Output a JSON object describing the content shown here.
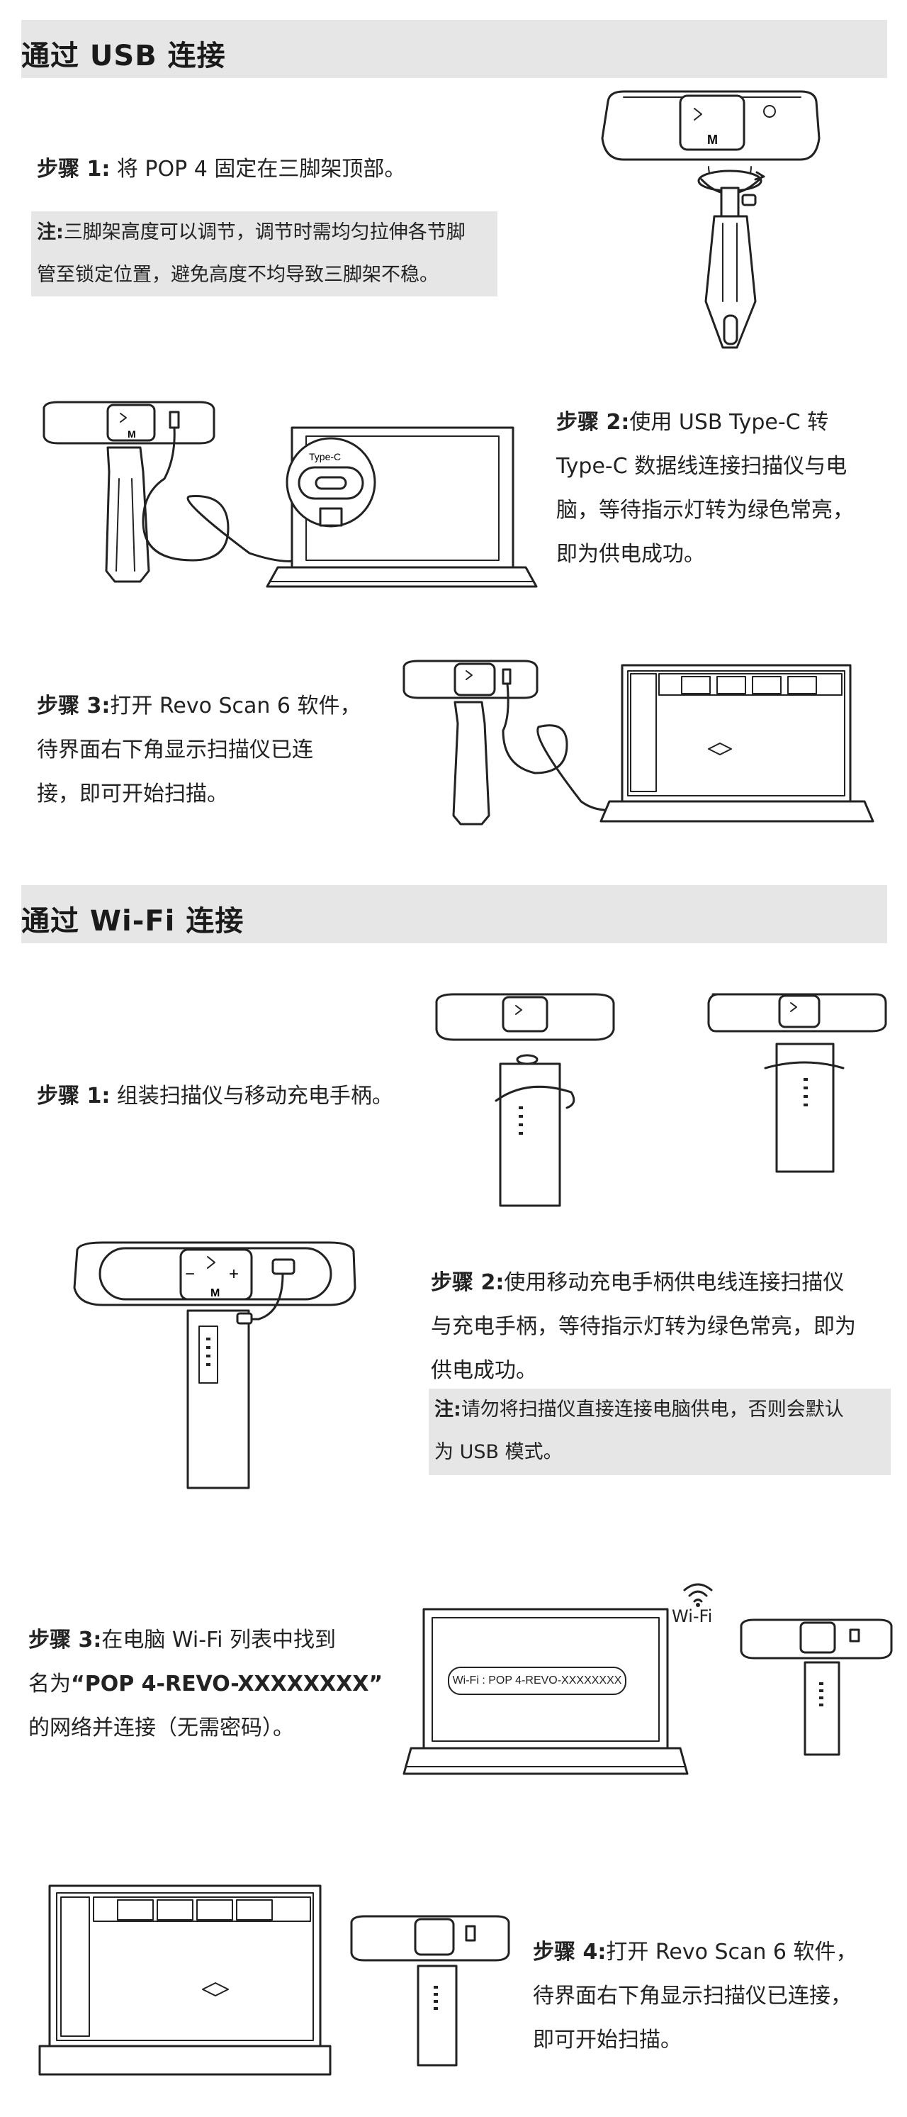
{
  "usb_section": {
    "title": "通过 USB 连接",
    "step1": {
      "label": "步骤 1:",
      "text": "将 POP 4 固定在三脚架顶部。"
    },
    "note1": {
      "label": "注:",
      "line1": "三脚架高度可以调节，调节时需均匀拉伸各节脚",
      "line2": "管至锁定位置，避免高度不均导致三脚架不稳。"
    },
    "step2": {
      "label": "步骤 2:",
      "line1": "使用 USB Type-C 转",
      "line2": "Type-C 数据线连接扫描仪与电",
      "line3": "脑，等待指示灯转为绿色常亮，",
      "line4": "即为供电成功。"
    },
    "port_label": "Type-C",
    "step3": {
      "label": "步骤 3:",
      "line1": "打开 Revo Scan 6 软件，",
      "line2": "待界面右下角显示扫描仪已连",
      "line3": "接，即可开始扫描。"
    }
  },
  "wifi_section": {
    "title": "通过 Wi-Fi 连接",
    "step1": {
      "label": "步骤 1:",
      "text": "组装扫描仪与移动充电手柄。"
    },
    "step2": {
      "label": "步骤 2:",
      "line1": "使用移动充电手柄供电线连接扫描仪",
      "line2": "与充电手柄，等待指示灯转为绿色常亮，即为",
      "line3": "供电成功。"
    },
    "note2": {
      "label": "注:",
      "line1": "请勿将扫描仪直接连接电脑供电，否则会默认",
      "line2": "为 USB 模式。"
    },
    "step3": {
      "label": "步骤 3:",
      "line1": "在电脑 Wi-Fi 列表中找到",
      "line2_prefix": "名为",
      "line2_bold": "“POP 4-REVO-XXXXXXXX”",
      "line3": "的网络并连接（无需密码）。"
    },
    "wifi_label": "Wi-Fi",
    "wifi_ssid_box": "Wi-Fi : POP 4-REVO-XXXXXXXX",
    "step4": {
      "label": "步骤 4:",
      "line1": "打开 Revo Scan 6 软件，",
      "line2": "待界面右下角显示扫描仪已连接，",
      "line3": "即可开始扫描。"
    }
  },
  "scanner_buttons": {
    "m": "M",
    "plus": "+",
    "minus": "−"
  }
}
